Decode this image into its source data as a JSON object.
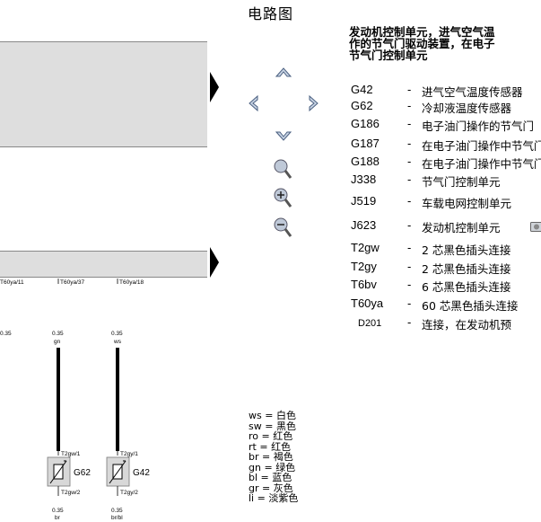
{
  "page": {
    "title": "电路图"
  },
  "heading": {
    "line1": "发动机控制单元，进气空气温",
    "line2": "作的节气门驱动装置，在电子",
    "line3": "节气门控制单元"
  },
  "legend": [
    {
      "code": "G42",
      "dash": "-",
      "desc": "进气空气温度传感器"
    },
    {
      "code": "G62",
      "dash": "-",
      "desc": "冷却液温度传感器"
    },
    {
      "code": "G186",
      "dash": "-",
      "desc": "电子油门操作的节气门"
    },
    {
      "code": "G187",
      "dash": "-",
      "desc": "在电子油门操作中节气门"
    },
    {
      "code": "G188",
      "dash": "-",
      "desc": "在电子油门操作中节气门"
    },
    {
      "code": "J338",
      "dash": "-",
      "desc": "节气门控制单元"
    },
    {
      "code": "J519",
      "dash": "-",
      "desc": "车载电网控制单元"
    },
    {
      "code": "J623",
      "dash": "-",
      "desc": "发动机控制单元"
    },
    {
      "code": "T2gw",
      "dash": "-",
      "desc": "2 芯黑色插头连接"
    },
    {
      "code": "T2gy",
      "dash": "-",
      "desc": "2 芯黑色插头连接"
    },
    {
      "code": "T6bv",
      "dash": "-",
      "desc": "6 芯黑色插头连接"
    },
    {
      "code": "T60ya",
      "dash": "-",
      "desc": "60 芯黑色插头连接"
    },
    {
      "code": "D201",
      "dash": "-",
      "desc": "连接，在发动机预"
    }
  ],
  "colors": [
    {
      "abbr": "ws",
      "eq": "=",
      "name": "白色"
    },
    {
      "abbr": "sw",
      "eq": "=",
      "name": "黑色"
    },
    {
      "abbr": "ro",
      "eq": "=",
      "name": "红色"
    },
    {
      "abbr": "rt",
      "eq": "=",
      "name": "红色"
    },
    {
      "abbr": "br",
      "eq": "=",
      "name": "褐色"
    },
    {
      "abbr": "gn",
      "eq": "=",
      "name": "绿色"
    },
    {
      "abbr": "bl",
      "eq": "=",
      "name": "蓝色"
    },
    {
      "abbr": "gr",
      "eq": "=",
      "name": "灰色"
    },
    {
      "abbr": "li",
      "eq": "=",
      "name": "淡紫色"
    }
  ],
  "diagram": {
    "connectors_top": [
      "T60ya/11",
      "T60ya/37",
      "T60ya/18"
    ],
    "wire_left": {
      "gauge": "0.35",
      "color": "gn"
    },
    "wire_mid": {
      "gauge": "0.35",
      "color": "ws"
    },
    "wire_partial_gauge": "0.35",
    "g62": {
      "label": "G62",
      "pin_top": "T2gw/1",
      "pin_bottom": "T2gw/2"
    },
    "g42": {
      "label": "G42",
      "pin_top": "T2gy/1",
      "pin_bottom": "T2gy/2"
    },
    "bottom_left": {
      "gauge": "0.35",
      "color": "br"
    },
    "bottom_right": {
      "gauge": "0.35",
      "color": "br/bl"
    }
  }
}
